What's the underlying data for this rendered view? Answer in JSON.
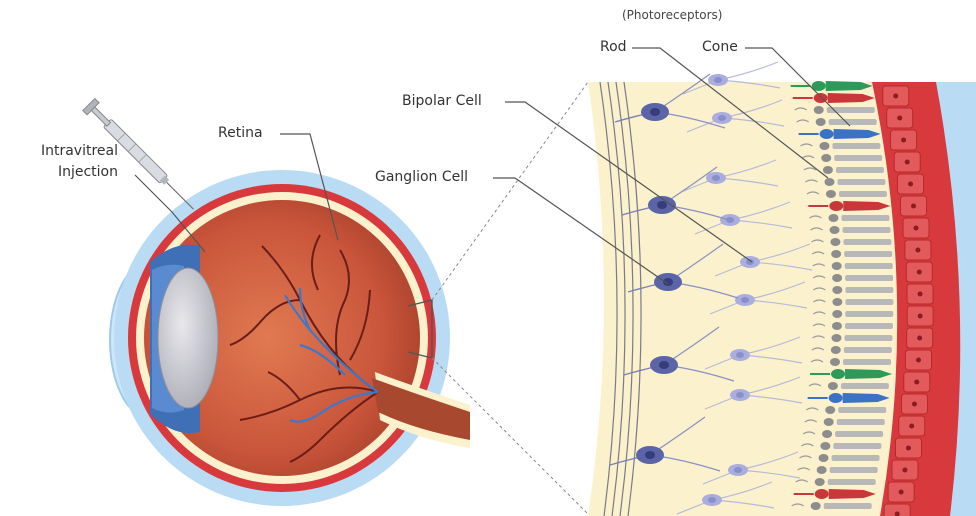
{
  "labels": {
    "photoreceptors": "(Photoreceptors)",
    "rod": "Rod",
    "cone": "Cone",
    "bipolar_cell": "Bipolar Cell",
    "ganglion_cell": "Ganglion Cell",
    "retina": "Retina",
    "intravitreal_line1": "Intravitreal",
    "intravitreal_line2": "Injection"
  },
  "colors": {
    "sclera_blue": "#b9dcf4",
    "choroid_red": "#d8393c",
    "retina_cream": "#fbf1cc",
    "eye_interior": "#c9553a",
    "vessel_dark": "#6b1d17",
    "vessel_blue": "#3f78c8",
    "ganglion_navy": "#5a64a6",
    "bipolar_lavender": "#a9aede",
    "rod_gray": "#b8b8b8",
    "cone_green": "#2e9a5a",
    "cone_red": "#c9373a",
    "cone_blue": "#3c72c6"
  }
}
